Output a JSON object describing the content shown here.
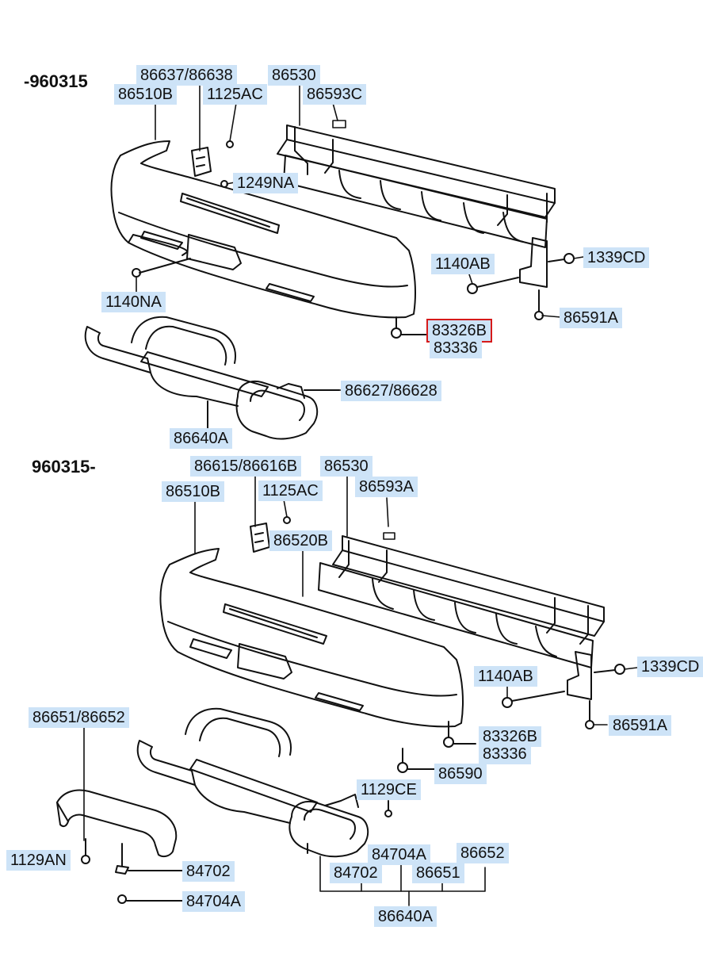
{
  "sections": {
    "early": "-960315",
    "late": "960315-"
  },
  "highlight_color": "#d61a1a",
  "label_color": "#cde3f7",
  "top": {
    "p86637": "86637/86638",
    "p86530": "86530",
    "p86510b": "86510B",
    "p1125ac": "1125AC",
    "p86593c": "86593C",
    "p1249na": "1249NA",
    "p1140ab": "1140AB",
    "p1339cd": "1339CD",
    "p1140na": "1140NA",
    "p86591a": "86591A",
    "p83326b": "83326B",
    "p83336": "83336",
    "p86627": "86627/86628",
    "p86640a": "86640A"
  },
  "bottom": {
    "p86615": "86615/86616B",
    "p86530": "86530",
    "p1125ac": "1125AC",
    "p86593a": "86593A",
    "p86510b": "86510B",
    "p86520b": "86520B",
    "p1140ab": "1140AB",
    "p1339cd": "1339CD",
    "p86651_52": "86651/86652",
    "p86591a": "86591A",
    "p83326b": "83326B",
    "p83336": "83336",
    "p86590": "86590",
    "p1129ce": "1129CE",
    "p1129an": "1129AN",
    "p84704a": "84704A",
    "p86652": "86652",
    "p84702": "84702",
    "p86651": "86651",
    "p84702b": "84702",
    "p84704ab": "84704A",
    "p86640a": "86640A"
  }
}
